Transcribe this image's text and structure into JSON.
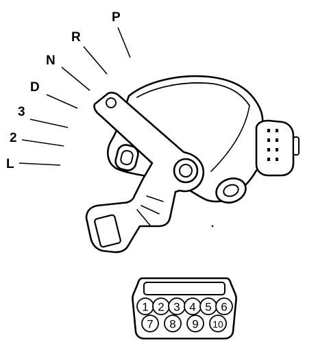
{
  "gear_positions": {
    "p": "P",
    "r": "R",
    "n": "N",
    "d": "D",
    "third": "3",
    "second": "2",
    "low": "L"
  },
  "connector_pins": [
    "1",
    "2",
    "3",
    "4",
    "5",
    "6",
    "7",
    "8",
    "9",
    "10"
  ],
  "colors": {
    "line": "#000000",
    "background": "#ffffff"
  }
}
